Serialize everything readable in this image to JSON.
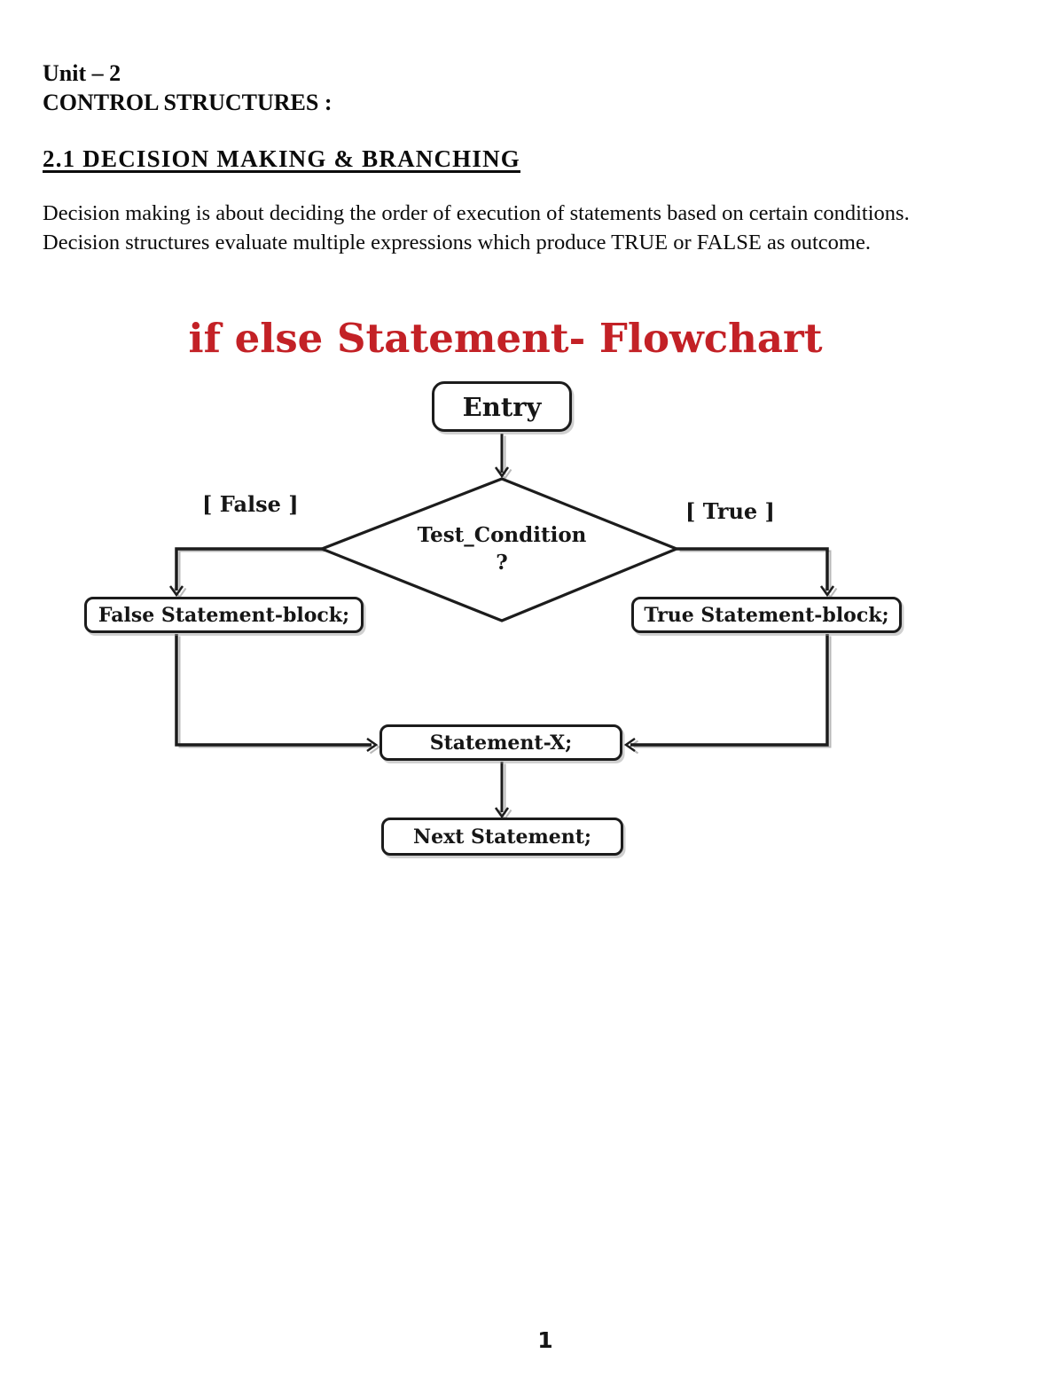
{
  "document": {
    "unit_line": "Unit – 2",
    "heading": "CONTROL STRUCTURES :",
    "section_heading": "2.1 DECISION MAKING & BRANCHING",
    "paragraph_line1": "Decision making is about deciding the order of execution of statements based on certain conditions.",
    "paragraph_line2": "Decision structures evaluate multiple expressions which produce TRUE or FALSE as outcome.",
    "page_number": "1"
  },
  "flowchart": {
    "title": "if else Statement- Flowchart",
    "title_color": "#c32126",
    "line_color": "#1c1c1c",
    "shadow_color": "#b8b8b8",
    "nodes": {
      "entry": "Entry",
      "condition_line1": "Test_Condition",
      "condition_line2": "?",
      "false_block": "False Statement-block;",
      "true_block": "True Statement-block;",
      "statement_x": "Statement-X;",
      "next_statement": "Next Statement;"
    },
    "edge_labels": {
      "false": "[ False ]",
      "true": "[ True ]"
    }
  }
}
